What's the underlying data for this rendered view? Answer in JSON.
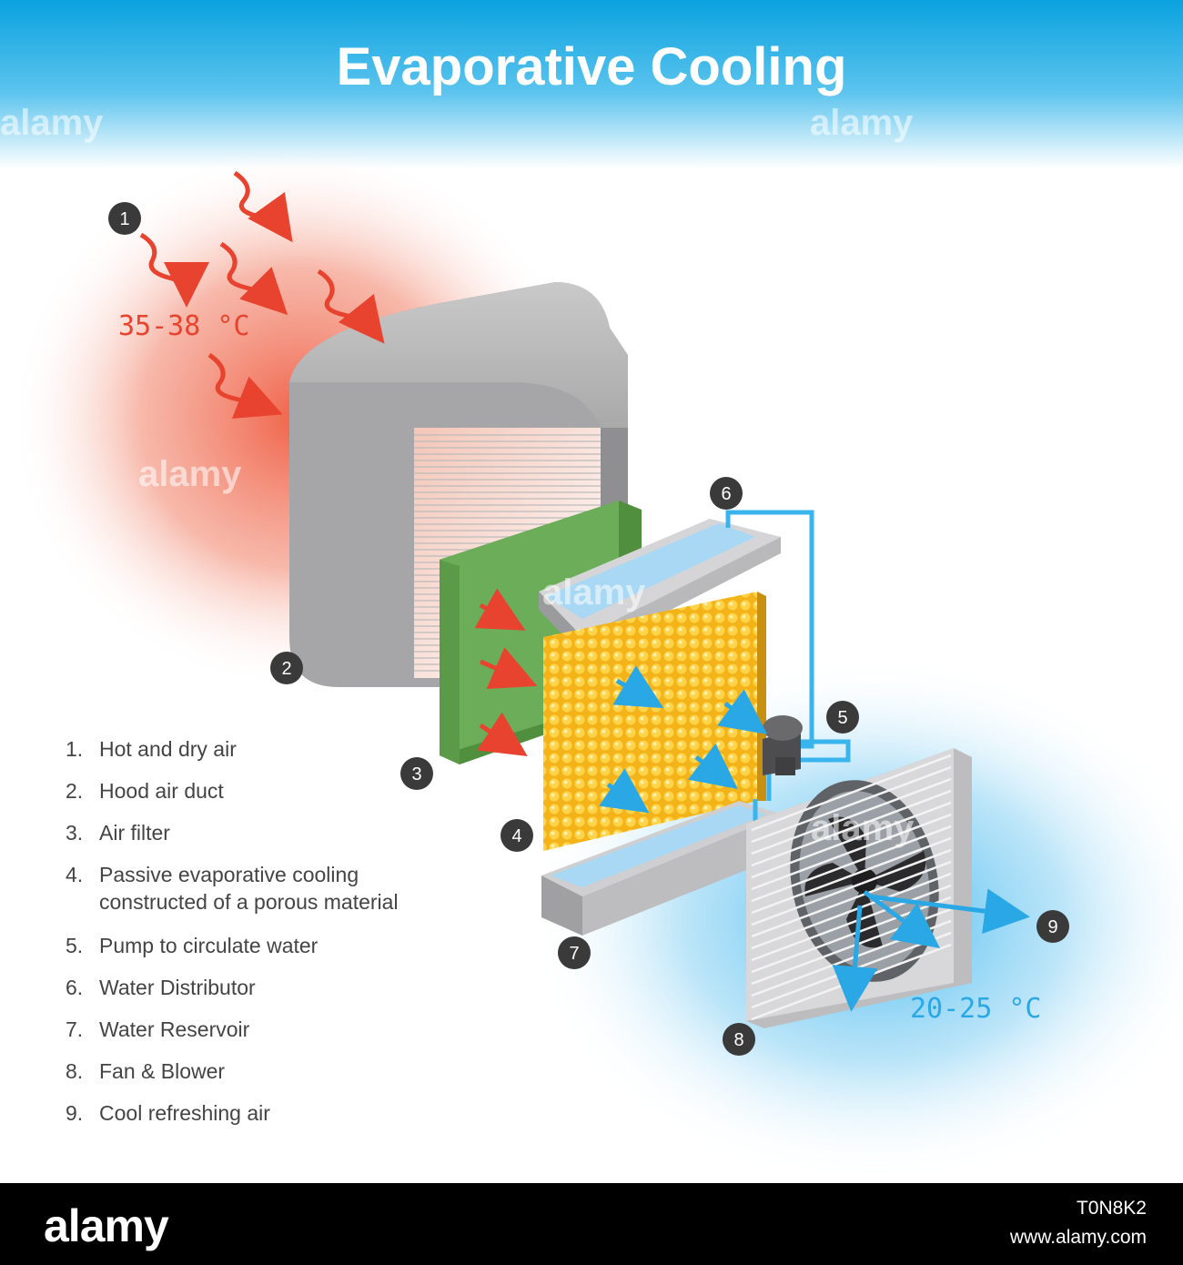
{
  "title": "Evaporative Cooling",
  "temperatures": {
    "hot": "35-38 °C",
    "cool": "20-25 °C"
  },
  "markers": [
    "1",
    "2",
    "3",
    "4",
    "5",
    "6",
    "7",
    "8",
    "9"
  ],
  "legend": [
    {
      "num": "1.",
      "text": "Hot and dry air"
    },
    {
      "num": "2.",
      "text": "Hood air duct"
    },
    {
      "num": "3.",
      "text": "Air filter"
    },
    {
      "num": "4.",
      "text": "Passive evaporative cooling",
      "text2": "constructed of a porous material"
    },
    {
      "num": "5.",
      "text": "Pump to circulate water"
    },
    {
      "num": "6.",
      "text": "Water Distributor"
    },
    {
      "num": "7.",
      "text": "Water Reservoir"
    },
    {
      "num": "8.",
      "text": "Fan & Blower"
    },
    {
      "num": "9.",
      "text": "Cool refreshing air"
    }
  ],
  "watermark": "alamy",
  "footer": {
    "logo": "alamy",
    "image_id": "T0N8K2",
    "url": "www.alamy.com"
  },
  "colors": {
    "header_blue": "#1aa7e0",
    "hot_red": "#e8432e",
    "cool_blue": "#2aa8e6",
    "filter_green": "#6cad5a",
    "pad_yellow": "#f6bd1c",
    "marker_gray": "#3a3a3a"
  }
}
